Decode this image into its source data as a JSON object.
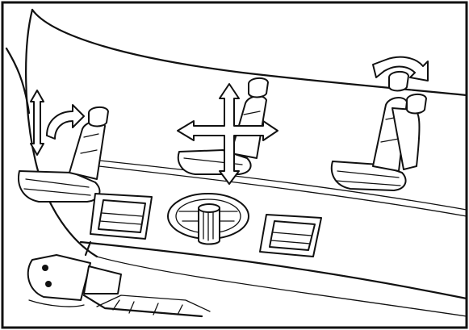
{
  "figure": {
    "kind": "seat-adjustment-controls-illustration",
    "colors": {
      "ink": "#111111",
      "paper": "#ffffff"
    },
    "icons": [
      "seat-height-tilt-icon",
      "seat-fore-aft-height-icon",
      "backrest-recline-icon",
      "tilt-switch",
      "rotary-control-knob",
      "recline-switch",
      "seat-slide-lever"
    ]
  }
}
